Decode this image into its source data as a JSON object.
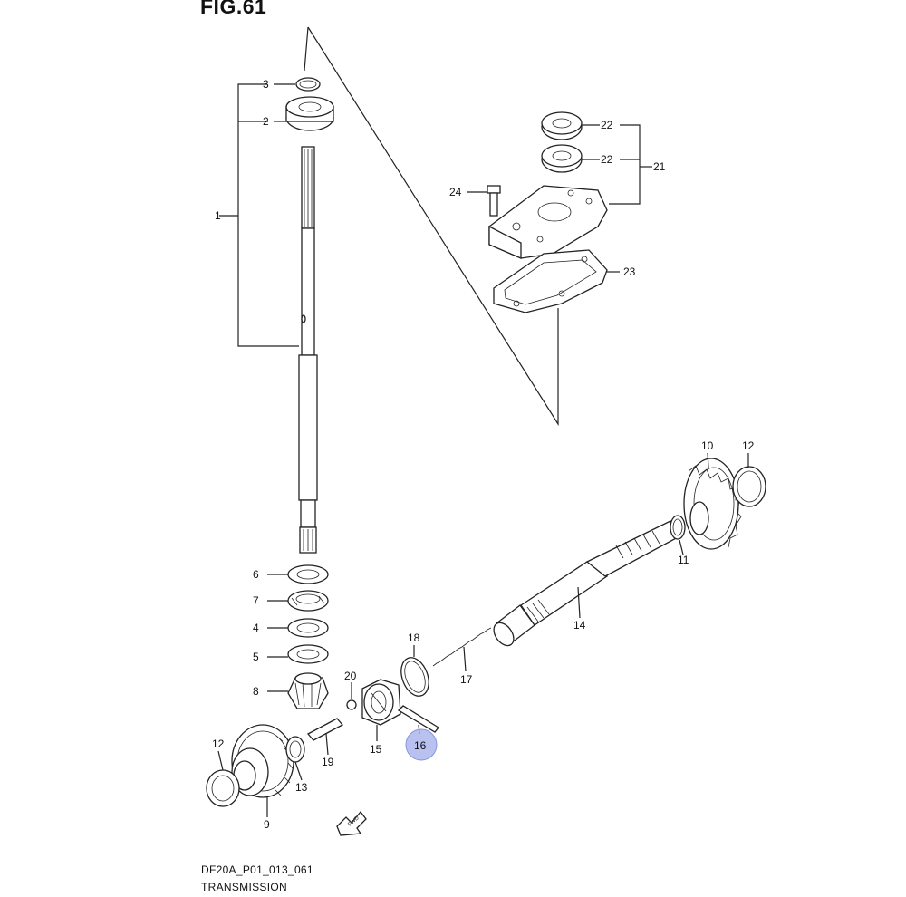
{
  "figure": {
    "title": "FIG.61",
    "drawing_code": "DF20A_P01_013_061",
    "caption": "TRANSMISSION"
  },
  "callouts": {
    "c1": "1",
    "c2": "2",
    "c3": "3",
    "c4": "4",
    "c5": "5",
    "c6": "6",
    "c7": "7",
    "c8": "8",
    "c9": "9",
    "c10": "10",
    "c11": "11",
    "c12a": "12",
    "c12b": "12",
    "c13": "13",
    "c14": "14",
    "c15": "15",
    "c16": "16",
    "c17": "17",
    "c18": "18",
    "c19": "19",
    "c20": "20",
    "c21": "21",
    "c22a": "22",
    "c22b": "22",
    "c23": "23",
    "c24": "24"
  },
  "highlight": {
    "part": "16",
    "color": "#9aa6e8"
  },
  "forward_arrow": {
    "label": "FWD"
  }
}
